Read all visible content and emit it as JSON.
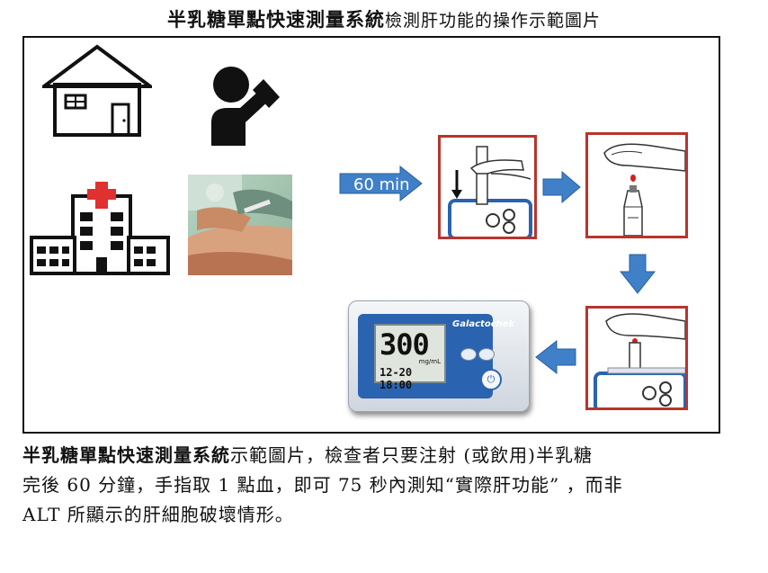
{
  "title": {
    "bold": "半乳糖單點快速測量系統",
    "normal": "檢測肝功能的操作示範圖片"
  },
  "diagram": {
    "arrow_label": "60 min",
    "meter": {
      "reading": "300",
      "unit": "mg/mL",
      "time": "12-20 18:00",
      "brand": "Galactochek"
    }
  },
  "caption": {
    "bold": "半乳糖單點快速測量系統",
    "line1_rest": "示範圖片，檢查者只要注射 (或飲用)半乳糖",
    "line2": "完後 60 分鐘，手指取 1 點血，即可 75 秒內測知“實際肝功能” ，而非",
    "line3": "ALT 所顯示的肝細胞破壞情形。"
  },
  "colors": {
    "panel_border": "#b7352c",
    "arrow_blue": "#3f80c8",
    "meter_blue": "#2a63b0"
  }
}
